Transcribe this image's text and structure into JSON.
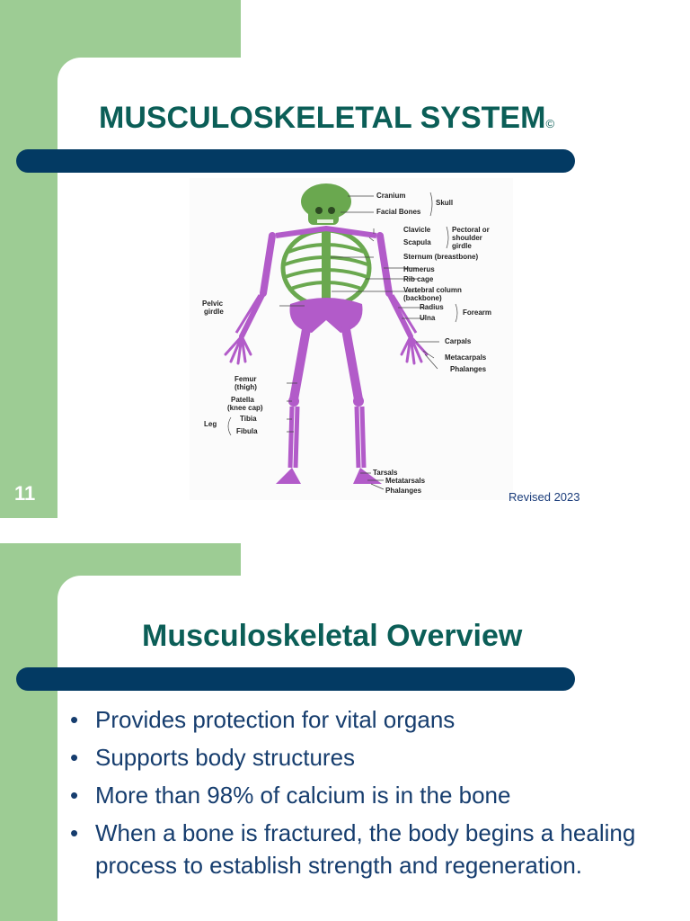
{
  "slide1": {
    "title": "MUSCULOSKELETAL SYSTEM",
    "copyright_mark": "©",
    "slide_number": "11",
    "footer": "Revised 2023",
    "labels": {
      "cranium": "Cranium",
      "skull": "Skull",
      "facial_bones": "Facial Bones",
      "clavicle": "Clavicle",
      "pectoral_1": "Pectoral or",
      "pectoral_2": "shoulder",
      "pectoral_3": "girdle",
      "scapula": "Scapula",
      "sternum": "Sternum (breastbone)",
      "humerus": "Humerus",
      "rib_cage": "Rib cage",
      "vertebral_1": "Vertebral column",
      "vertebral_2": "(backbone)",
      "pelvic_1": "Pelvic",
      "pelvic_2": "girdle",
      "radius": "Radius",
      "forearm": "Forearm",
      "ulna": "Ulna",
      "carpals": "Carpals",
      "metacarpals": "Metacarpals",
      "phalanges_hand": "Phalanges",
      "femur_1": "Femur",
      "femur_2": "(thigh)",
      "patella_1": "Patella",
      "patella_2": "(knee cap)",
      "leg": "Leg",
      "tibia": "Tibia",
      "fibula": "Fibula",
      "tarsals": "Tarsals",
      "metatarsals": "Metatarsals",
      "phalanges_foot": "Phalanges"
    }
  },
  "slide2": {
    "title": "Musculoskeletal Overview",
    "bullets": [
      "Provides protection for vital organs",
      "Supports body structures",
      "More than 98% of calcium is in the bone",
      "When a bone is fractured, the body begins a healing process to establish strength and regeneration."
    ]
  },
  "colors": {
    "green_panel": "#9dcc94",
    "title_teal": "#0b5e57",
    "bar_navy": "#033a63",
    "bullet_text": "#163d6e",
    "skeleton_green": "#6aa84f",
    "skeleton_purple": "#b25bc9"
  }
}
